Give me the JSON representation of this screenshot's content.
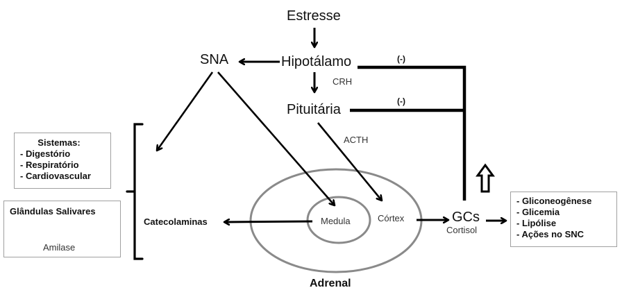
{
  "diagram": {
    "title": "Adrenal",
    "nodes": {
      "estresse": "Estresse",
      "hipotalamo": "Hipotálamo",
      "pituitaria": "Pituitária",
      "sna": "SNA",
      "medula": "Medula",
      "cortex": "Córtex",
      "gcs": "GCs",
      "cortisol": "Cortisol",
      "catecolaminas": "Catecolaminas",
      "adrenal": "Adrenal"
    },
    "edge_labels": {
      "crh": "CRH",
      "acth": "ACTH",
      "feedback_hipotalamo": "(-)",
      "feedback_pituitaria": "(-)"
    },
    "sistemas_box": {
      "title": "Sistemas:",
      "items": [
        "- Digestório",
        "- Respiratório",
        "- Cardiovascular"
      ]
    },
    "glandulas_box": {
      "title": "Glândulas Salivares",
      "result": "Amilase"
    },
    "effects_box": {
      "items": [
        "- Gliconeogênese",
        "- Glicemia",
        "- Lipólise",
        "- Ações no SNC"
      ]
    },
    "colors": {
      "line": "#000000",
      "ellipse": "#808080",
      "box_border": "#a0a0a0"
    }
  }
}
